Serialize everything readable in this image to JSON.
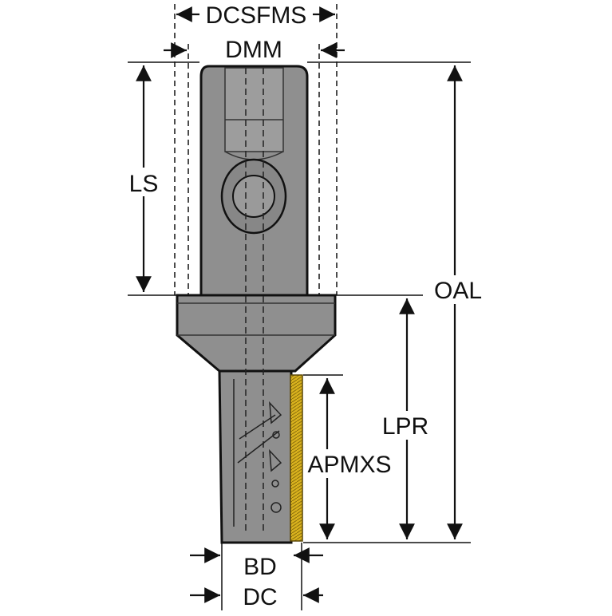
{
  "labels": {
    "dcsfms": "DCSFMS",
    "dmm": "DMM",
    "ls": "LS",
    "oal": "OAL",
    "lpr": "LPR",
    "apmxs": "APMXS",
    "bd": "BD",
    "dc": "DC"
  },
  "colors": {
    "body": "#8f8f8f",
    "body_dark": "#6f6f6f",
    "body_light": "#a4a4a4",
    "outline": "#111111",
    "insert": "#d9b21e",
    "dimension": "#111111",
    "hidden_line": "#333333"
  }
}
